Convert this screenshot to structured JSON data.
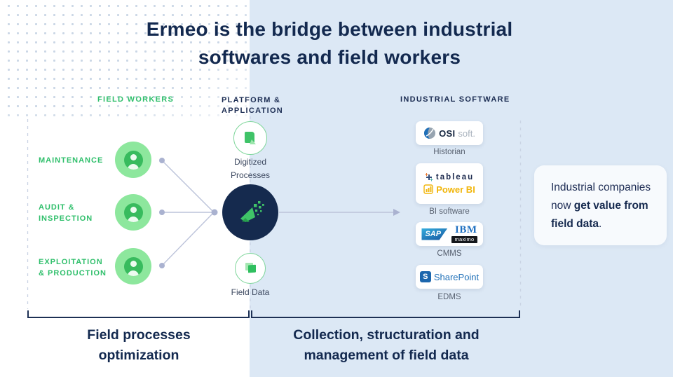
{
  "title": {
    "line1": "Ermeo is the bridge between industrial",
    "line2": "softwares and field workers"
  },
  "headers": {
    "field_workers": "FIELD WORKERS",
    "platform": "PLATFORM &\nAPPLICATION",
    "industrial_software": "INDUSTRIAL SOFTWARE"
  },
  "workers": {
    "items": [
      {
        "label": "MAINTENANCE"
      },
      {
        "label": "AUDIT &\nINSPECTION"
      },
      {
        "label": "EXPLOITATION\n& PRODUCTION"
      }
    ]
  },
  "platform": {
    "digitized_label": "Digitized\nProcesses",
    "field_data_label": "Field Data"
  },
  "software": {
    "historian": {
      "logo_bold": "OSI",
      "logo_light": "soft.",
      "category": "Historian"
    },
    "bi": {
      "tableau": "tableau",
      "powerbi": "Power BI",
      "category": "BI software"
    },
    "cmms": {
      "sap": "SAP",
      "ibm": "IBM",
      "maximo": "maximo",
      "category": "CMMS"
    },
    "edms": {
      "sharepoint_s": "S",
      "sharepoint": "SharePoint",
      "category": "EDMS"
    }
  },
  "callout": {
    "regular": "Industrial companies now ",
    "bold": "get value from field data",
    "period": "."
  },
  "footer": {
    "left": "Field processes\noptimization",
    "right": "Collection, structuration and\nmanagement of field data"
  },
  "colors": {
    "navy": "#152A4E",
    "green": "#2FBF6B",
    "light_green": "#8DE79D",
    "bg_blue": "#DCE8F5",
    "connector": "#BCC3DA",
    "powerbi_yellow": "#F1B60C",
    "sap_blue": "#1E6FBE",
    "sharepoint_blue": "#2272B9"
  }
}
